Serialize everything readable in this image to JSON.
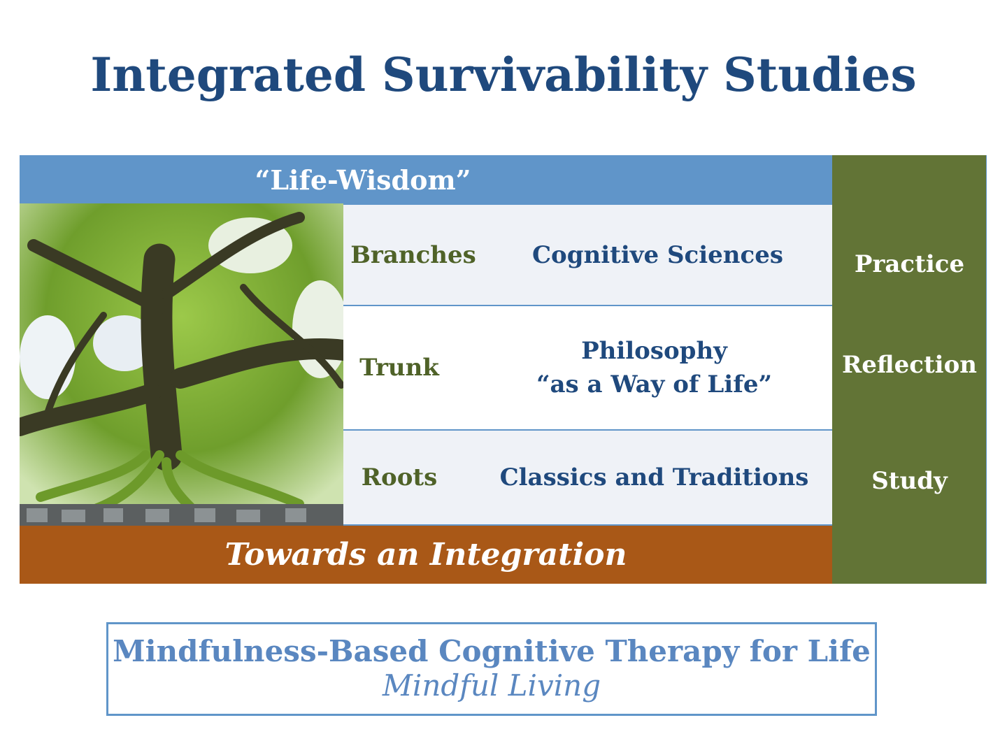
{
  "title": "Integrated Survivability Studies",
  "diagram": {
    "header": "“Life-Wisdom”",
    "rows": [
      {
        "label": "Branches",
        "value": "Cognitive Sciences"
      },
      {
        "label": "Trunk",
        "value_line1": "Philosophy",
        "value_line2": "“as a Way of Life”"
      },
      {
        "label": "Roots",
        "value": "Classics and Traditions"
      }
    ],
    "side": [
      "Practice",
      "Reflection",
      "Study"
    ],
    "footer": "Towards an Integration"
  },
  "program": {
    "title": "Mindfulness-Based Cognitive Therapy for Life",
    "subtitle": "Mindful Living"
  },
  "colors": {
    "title": "#1F497D",
    "header": "#6095C9",
    "side": "#627436",
    "footer": "#A95817",
    "label": "#4F6228"
  }
}
